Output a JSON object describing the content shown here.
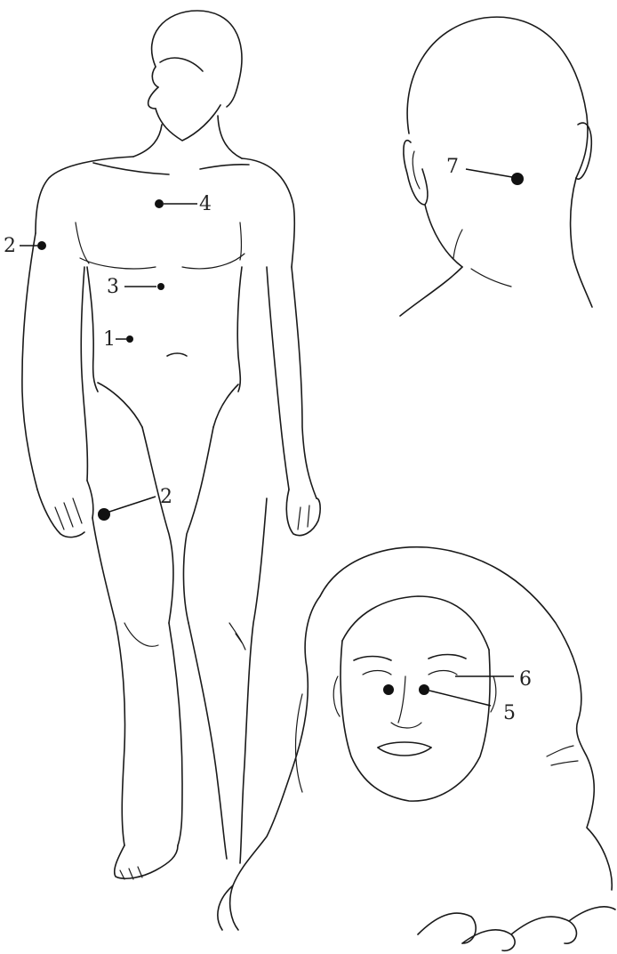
{
  "points": [
    {
      "id": "point-1",
      "label": "1"
    },
    {
      "id": "point-2-shoulder",
      "label": "2"
    },
    {
      "id": "point-2-thigh",
      "label": "2"
    },
    {
      "id": "point-3",
      "label": "3"
    },
    {
      "id": "point-4",
      "label": "4"
    },
    {
      "id": "point-5",
      "label": "5"
    },
    {
      "id": "point-6",
      "label": "6"
    },
    {
      "id": "point-7",
      "label": "7"
    }
  ],
  "figures": [
    {
      "name": "male-body-front"
    },
    {
      "name": "head-back-view"
    },
    {
      "name": "female-face-front"
    }
  ]
}
